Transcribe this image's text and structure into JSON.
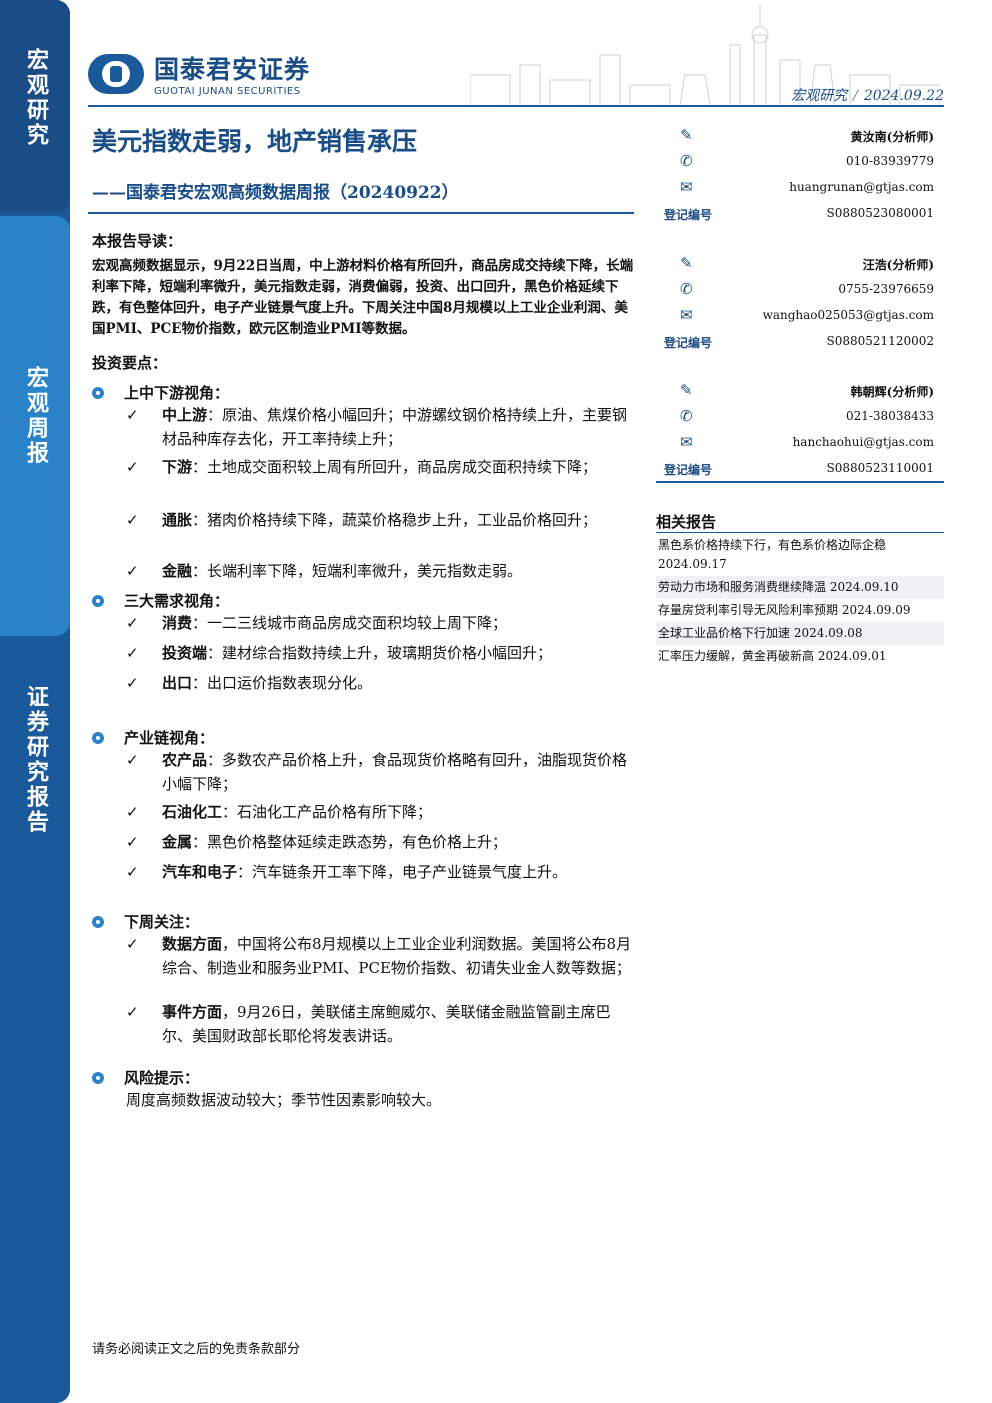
{
  "sidebar": {
    "sections": [
      "宏观研究",
      "宏观周报",
      "证券研究报告"
    ]
  },
  "header": {
    "logo_cn": "国泰君安证券",
    "logo_en": "GUOTAI JUNAN SECURITIES",
    "category": "宏观研究",
    "date": "2024.09.22"
  },
  "report": {
    "title": "美元指数走弱，地产销售承压",
    "subtitle": "——国泰君安宏观高频数据周报（20240922）",
    "guide_heading": "本报告导读：",
    "guide_text": "宏观高频数据显示，9月22日当周，中上游材料价格有所回升，商品房成交持续下降，长端利率下降，短端利率微升，美元指数走弱，消费偏弱，投资、出口回升，黑色价格延续下跌，有色整体回升，电子产业链景气度上升。下周关注中国8月规模以上工业企业利润、美国PMI、PCE物价指数，欧元区制造业PMI等数据。",
    "points_heading": "投资要点："
  },
  "sections": [
    {
      "heading": "上中下游视角：",
      "items": [
        {
          "label": "中上游",
          "text": "：原油、焦煤价格小幅回升；中游螺纹钢价格持续上升，主要钢材品种库存去化，开工率持续上升；"
        },
        {
          "label": "下游",
          "text": "：土地成交面积较上周有所回升，商品房成交面积持续下降；"
        },
        {
          "label": "通胀",
          "text": "：猪肉价格持续下降，蔬菜价格稳步上升，工业品价格回升；"
        },
        {
          "label": "金融",
          "text": "：长端利率下降，短端利率微升，美元指数走弱。"
        }
      ]
    },
    {
      "heading": "三大需求视角：",
      "items": [
        {
          "label": "消费",
          "text": "：一二三线城市商品房成交面积均较上周下降；"
        },
        {
          "label": "投资端",
          "text": "：建材综合指数持续上升，玻璃期货价格小幅回升；"
        },
        {
          "label": "出口",
          "text": "：出口运价指数表现分化。"
        }
      ]
    },
    {
      "heading": "产业链视角：",
      "items": [
        {
          "label": "农产品",
          "text": "：多数农产品价格上升，食品现货价格略有回升，油脂现货价格小幅下降；"
        },
        {
          "label": "石油化工",
          "text": "：石油化工产品价格有所下降；"
        },
        {
          "label": "金属",
          "text": "：黑色价格整体延续走跌态势，有色价格上升；"
        },
        {
          "label": "汽车和电子",
          "text": "：汽车链条开工率下降，电子产业链景气度上升。"
        }
      ]
    },
    {
      "heading": "下周关注：",
      "items": [
        {
          "label": "数据方面",
          "text": "，中国将公布8月规模以上工业企业利润数据。美国将公布8月综合、制造业和服务业PMI、PCE物价指数、初请失业金人数等数据；"
        },
        {
          "label": "事件方面",
          "text": "，9月26日，美联储主席鲍威尔、美联储金融监管副主席巴尔、美国财政部长耶伦将发表讲话。"
        }
      ]
    },
    {
      "heading": "风险提示：",
      "plain": "周度高频数据波动较大；季节性因素影响较大。"
    }
  ],
  "analysts": [
    {
      "name": "黄汝南(分析师)",
      "phone": "010-83939779",
      "email": "huangrunan@gtjas.com",
      "reg_label": "登记编号",
      "reg": "S0880523080001"
    },
    {
      "name": "汪浩(分析师)",
      "phone": "0755-23976659",
      "email": "wanghao025053@gtjas.com",
      "reg_label": "登记编号",
      "reg": "S0880521120002"
    },
    {
      "name": "韩朝辉(分析师)",
      "phone": "021-38038433",
      "email": "hanchaohui@gtjas.com",
      "reg_label": "登记编号",
      "reg": "S0880523110001"
    }
  ],
  "related": {
    "heading": "相关报告",
    "items": [
      "黑色系价格持续下行，有色系价格边际企稳 2024.09.17",
      "劳动力市场和服务消费继续降温  2024.09.10",
      "存量房贷利率引导无风险利率预期  2024.09.09",
      "全球工业品价格下行加速  2024.09.08",
      "汇率压力缓解，黄金再破新高  2024.09.01"
    ]
  },
  "icons": {
    "analyst": "pen-icon",
    "phone": "phone-icon",
    "email": "mail-icon"
  },
  "colors": {
    "brand": "#1a5a9a",
    "brand_dark": "#1a4d86",
    "accent": "#2a82c8"
  },
  "footer": "请务必阅读正文之后的免责条款部分"
}
